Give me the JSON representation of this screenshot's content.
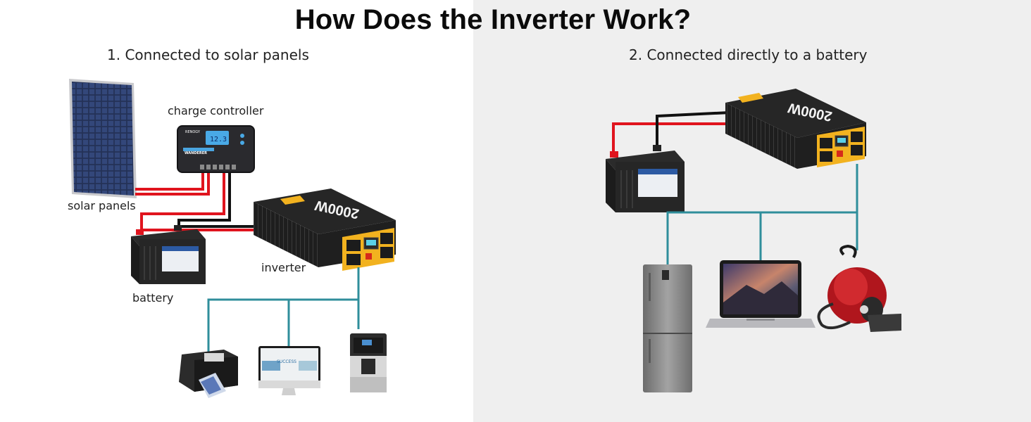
{
  "title": "How Does the Inverter Work?",
  "sections": [
    {
      "heading": "1. Connected to solar panels",
      "labels": {
        "charge_controller": "charge controller",
        "solar_panels": "solar panels",
        "battery": "battery",
        "inverter": "inverter"
      },
      "devices": [
        "printer",
        "monitor",
        "coffee-machine"
      ]
    },
    {
      "heading": "2. Connected directly to a battery",
      "devices": [
        "refrigerator",
        "laptop",
        "vacuum-cleaner"
      ]
    }
  ],
  "product_text": {
    "inverter_rating": "2000W",
    "controller_brand": "RENOGY",
    "controller_model": "WANDERER",
    "controller_display": "12.3"
  },
  "colors": {
    "positive_wire": "#e0141e",
    "negative_wire": "#111111",
    "ac_line": "#2f8e9b",
    "right_background": "#efefef",
    "inverter_accent": "#f2b21f"
  }
}
